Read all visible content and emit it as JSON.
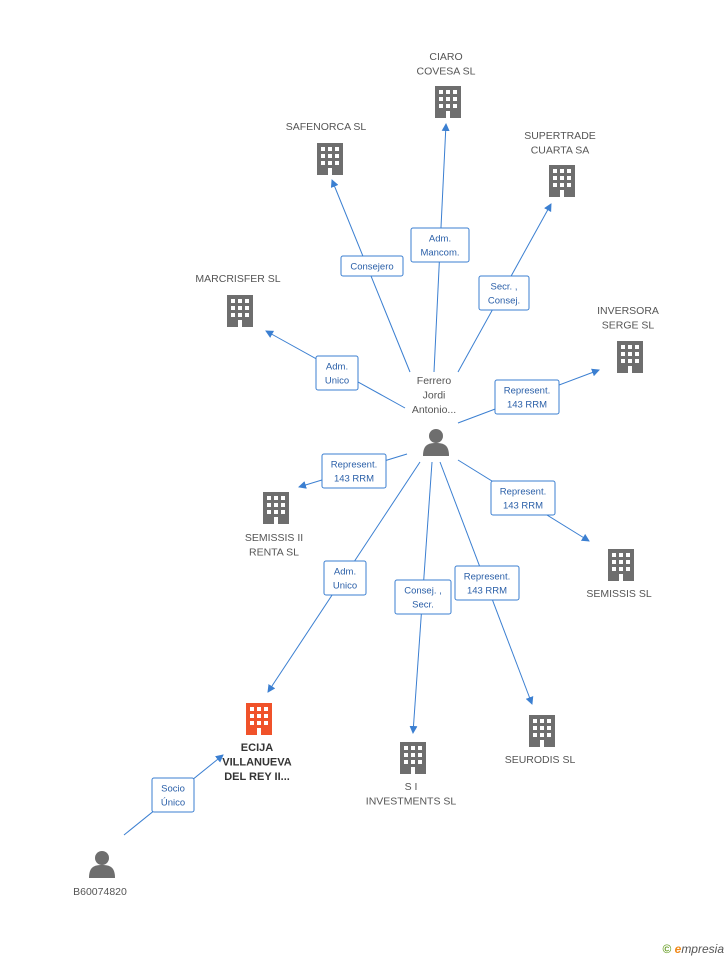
{
  "nodes": [
    {
      "id": "center",
      "kind": "person",
      "lines": [
        "Ferrero",
        "Jordi",
        "Antonio..."
      ]
    },
    {
      "id": "ciaro",
      "kind": "company",
      "lines": [
        "CIARO",
        "COVESA SL"
      ]
    },
    {
      "id": "safenorca",
      "kind": "company",
      "lines": [
        "SAFENORCA SL"
      ]
    },
    {
      "id": "supertrade",
      "kind": "company",
      "lines": [
        "SUPERTRADE",
        "CUARTA SA"
      ]
    },
    {
      "id": "marcrisfer",
      "kind": "company",
      "lines": [
        "MARCRISFER  SL"
      ]
    },
    {
      "id": "inversora",
      "kind": "company",
      "lines": [
        "INVERSORA",
        "SERGE SL"
      ]
    },
    {
      "id": "semissis2",
      "kind": "company",
      "lines": [
        "SEMISSIS II",
        "RENTA  SL"
      ]
    },
    {
      "id": "semissis",
      "kind": "company",
      "lines": [
        "SEMISSIS SL"
      ]
    },
    {
      "id": "ecija",
      "kind": "company-highlight",
      "lines": [
        "ECIJA",
        "VILLANUEVA",
        "DEL REY II..."
      ]
    },
    {
      "id": "si",
      "kind": "company",
      "lines": [
        "S I",
        "INVESTMENTS SL"
      ]
    },
    {
      "id": "seurodis",
      "kind": "company",
      "lines": [
        "SEURODIS  SL"
      ]
    },
    {
      "id": "b600",
      "kind": "person",
      "lines": [
        "B60074820"
      ]
    }
  ],
  "edges": [
    {
      "id": "e-ciaro",
      "lines": [
        "Adm.",
        "Mancom."
      ]
    },
    {
      "id": "e-safenorca",
      "lines": [
        "Consejero"
      ]
    },
    {
      "id": "e-supertrade",
      "lines": [
        "Secr. ,",
        "Consej."
      ]
    },
    {
      "id": "e-marcrisfer",
      "lines": [
        "Adm.",
        "Unico"
      ]
    },
    {
      "id": "e-inversora",
      "lines": [
        "Represent.",
        "143 RRM"
      ]
    },
    {
      "id": "e-semissis2",
      "lines": [
        "Represent.",
        "143 RRM"
      ]
    },
    {
      "id": "e-semissis",
      "lines": [
        "Represent.",
        "143 RRM"
      ]
    },
    {
      "id": "e-ecija",
      "lines": [
        "Adm.",
        "Unico"
      ]
    },
    {
      "id": "e-si",
      "lines": [
        "Consej. ,",
        "Secr."
      ]
    },
    {
      "id": "e-seurodis",
      "lines": [
        "Represent.",
        "143 RRM"
      ]
    },
    {
      "id": "e-b600",
      "lines": [
        "Socio",
        "Único"
      ]
    }
  ],
  "colors": {
    "edge": "#3b7fd1",
    "company": "#6e6e6e",
    "highlight": "#f0522a",
    "person": "#6e6e6e"
  },
  "icons": {
    "company": "building-icon",
    "person": "person-icon"
  },
  "brand": {
    "copyright": "©",
    "e": "e",
    "rest": "mpresia"
  }
}
